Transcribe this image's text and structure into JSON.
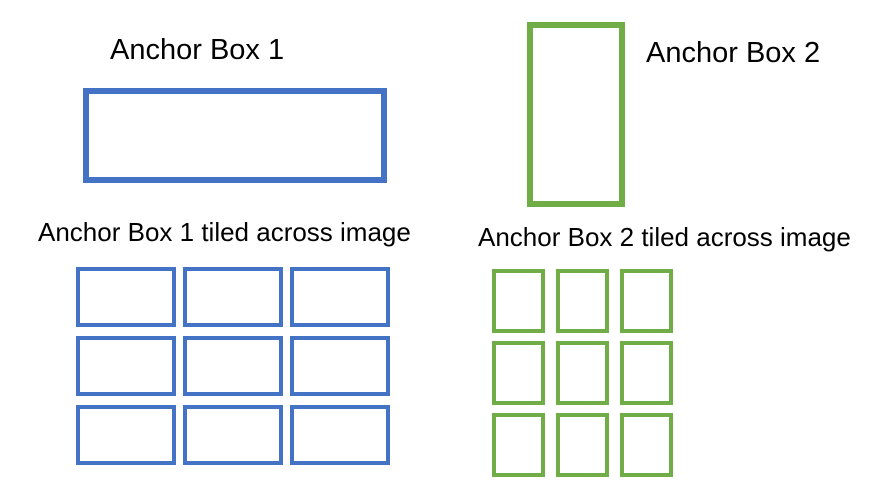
{
  "colors": {
    "anchor1": "#4472C4",
    "anchor2": "#70AD47",
    "text": "#000000",
    "background": "#FFFFFF"
  },
  "anchor1": {
    "title": "Anchor Box 1",
    "tiled_label": "Anchor Box 1 tiled across image",
    "grid": {
      "rows": 3,
      "cols": 3
    }
  },
  "anchor2": {
    "title": "Anchor Box 2",
    "tiled_label": "Anchor Box 2 tiled across image",
    "grid": {
      "rows": 3,
      "cols": 3
    }
  }
}
